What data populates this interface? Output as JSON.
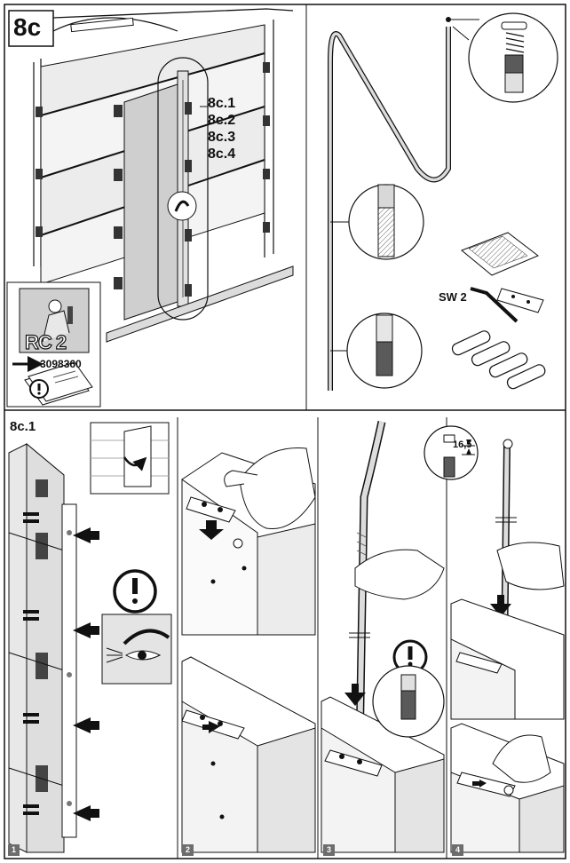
{
  "header": {
    "section_label": "8c",
    "sub_refs": [
      "8c.1",
      "8c.2",
      "8c.3",
      "8c.4"
    ]
  },
  "rc_panel": {
    "badge": "RC 2",
    "article_number": "3098360"
  },
  "parts_panel": {
    "tool_label": "SW 2"
  },
  "steps_section": {
    "title": "8c.1",
    "steps": [
      "1",
      "2",
      "3",
      "4"
    ],
    "dimension_label": "16,5"
  },
  "colors": {
    "line": "#1a1a1a",
    "panel_gray": "#d8d8d8",
    "dark_gray": "#5a5a5a",
    "badge_bg": "#6d6d6d"
  },
  "icons": [
    "warning-icon",
    "eye-icon",
    "arrow-right-icon",
    "equals-icon",
    "hand-icon",
    "allen-key-icon"
  ]
}
